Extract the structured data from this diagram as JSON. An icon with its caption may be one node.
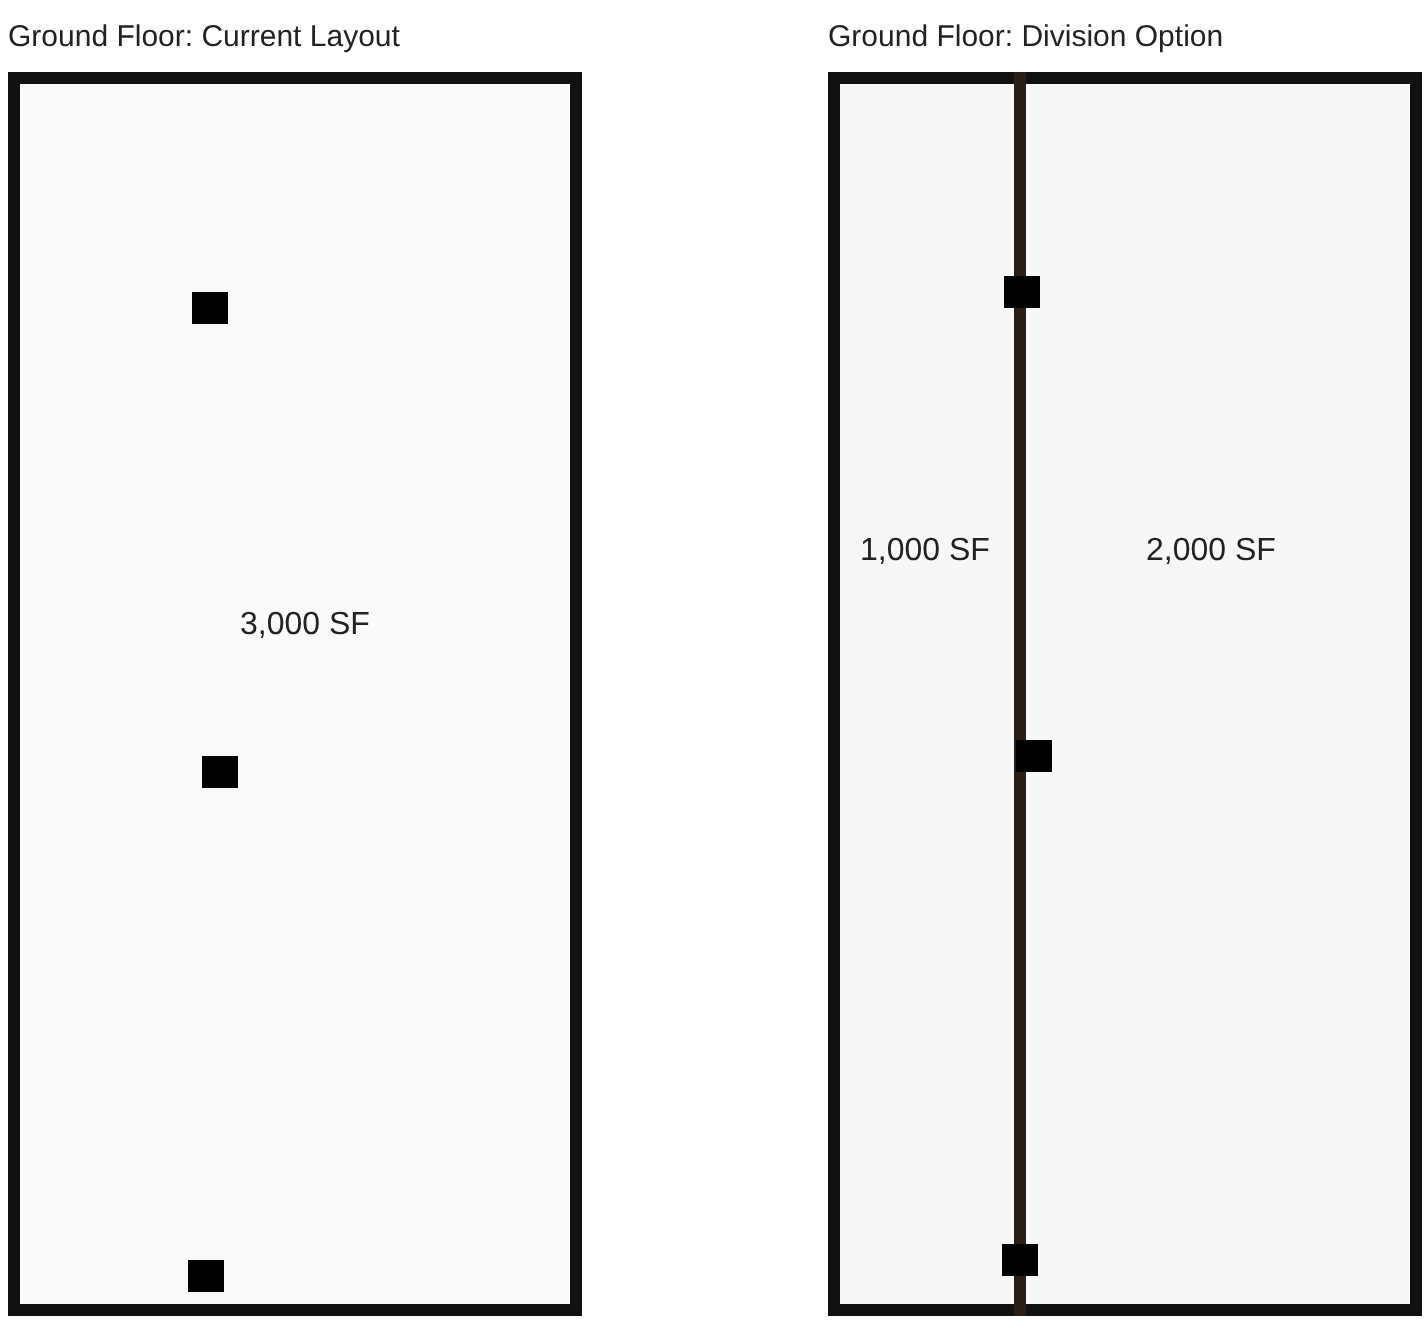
{
  "diagram": {
    "nodes": [
      {
        "text": [
          "Ground Floor: Current Layout",
          "3,000 SF"
        ]
      },
      {
        "text": [
          "Ground Floor: Division Option"
        ]
      },
      {
        "text": [
          "1,000 SF"
        ],
        "in": 1
      },
      {
        "text": [
          "2,000 SF"
        ],
        "in": 1
      }
    ],
    "edges": []
  }
}
